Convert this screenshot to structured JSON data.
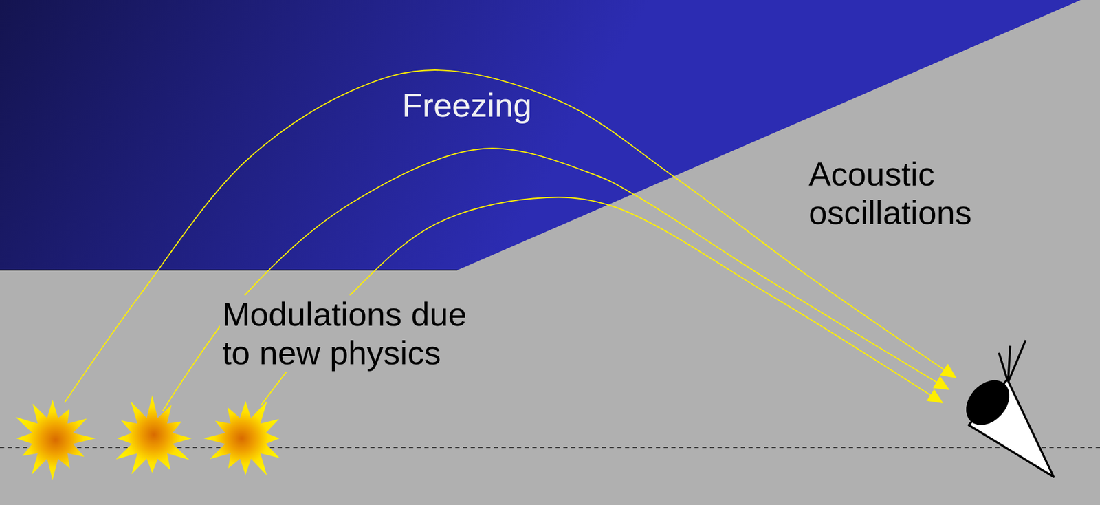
{
  "diagram": {
    "labels": [
      "Freezing",
      "Acoustic oscillations",
      "Modulations due to new physics"
    ]
  }
}
